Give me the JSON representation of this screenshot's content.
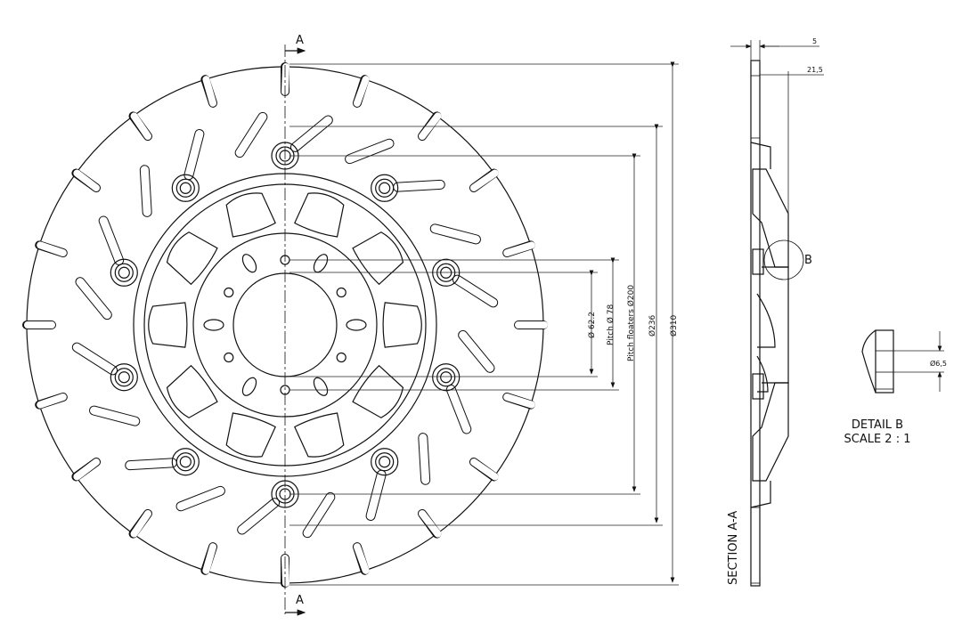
{
  "drawing": {
    "section_marker_top": "A",
    "section_marker_bottom": "A",
    "detail_marker": "B",
    "dimensions": {
      "d_62_2": "Ø 62.2",
      "pitch_78": "Pitch Ø 78",
      "pitch_floaters_200": "Pitch floaters Ø200",
      "d_236": "Ø236",
      "d_310": "Ø310",
      "thickness": "5",
      "offset": "21,5",
      "hole": "Ø6,5"
    },
    "section_title": "SECTION A-A",
    "detail_title": "DETAIL B",
    "detail_scale": "SCALE 2 : 1",
    "line_color": "#111111"
  }
}
